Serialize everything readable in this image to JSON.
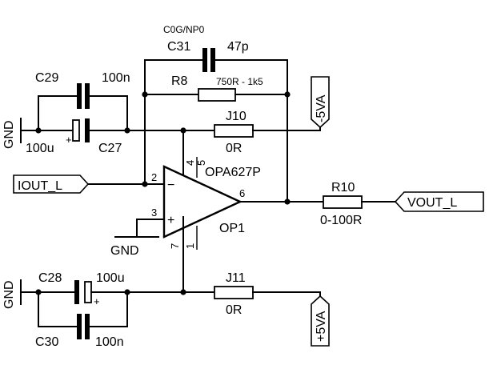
{
  "components": {
    "c31": {
      "ref": "C31",
      "value": "47p",
      "note": "C0G/NP0"
    },
    "r8": {
      "ref": "R8",
      "value": "750R - 1k5"
    },
    "c29": {
      "ref": "C29",
      "value": "100n"
    },
    "c27": {
      "ref": "C27",
      "value": "100u"
    },
    "j10": {
      "ref": "J10",
      "value": "0R"
    },
    "opamp": {
      "ref": "OP1",
      "part": "OPA627P",
      "pins": [
        "2",
        "3",
        "4",
        "5",
        "6",
        "7",
        "1"
      ],
      "minus": "−",
      "plus": "+"
    },
    "r10": {
      "ref": "R10",
      "value": "0-100R"
    },
    "c28": {
      "ref": "C28",
      "value": "100u"
    },
    "c30": {
      "ref": "C30",
      "value": "100n"
    },
    "j11": {
      "ref": "J11",
      "value": "0R"
    }
  },
  "nets": {
    "gnd": "GND",
    "neg_supply": "-5VA",
    "pos_supply": "+5VA",
    "input": "IOUT_L",
    "output": "VOUT_L"
  },
  "polarity_mark": "+"
}
